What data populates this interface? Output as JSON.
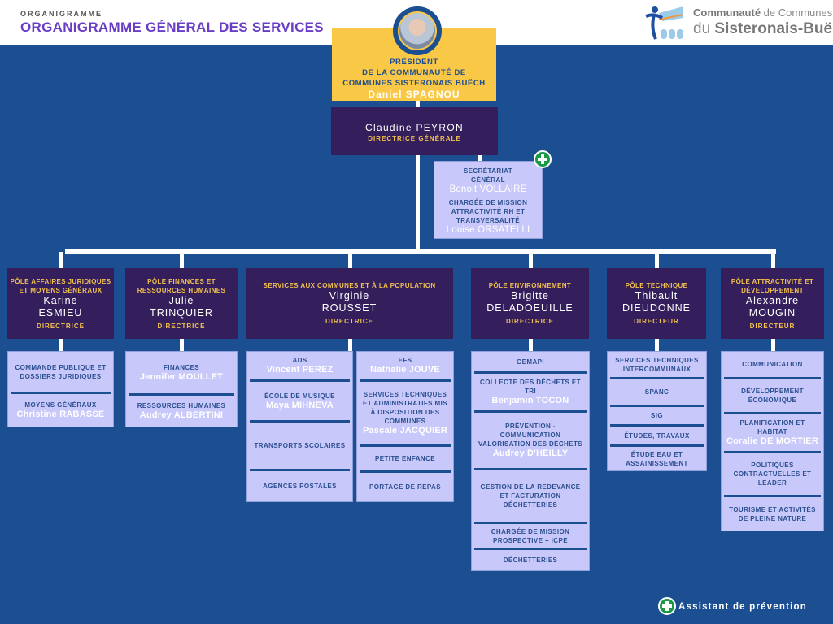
{
  "header": {
    "kicker": "ORGANIGRAMME",
    "title": "ORGANIGRAMME GÉNÉRAL DES SERVICES"
  },
  "logo": {
    "line1_bold": "Communauté",
    "line1": " de Communes",
    "line2_pre": "du ",
    "line2_bold": "Sisteronais-Buëch"
  },
  "president": {
    "title1": "PRÉSIDENT",
    "title2": "DE LA COMMUNAUTÉ DE",
    "title3": "COMMUNES SISTERONAIS BUËCH",
    "name": "Daniel SPAGNOU"
  },
  "dg": {
    "name": "Claudine PEYRON",
    "role": "DIRECTRICE GÉNÉRALE"
  },
  "secretariat": {
    "title1": "SECRÉTARIAT GÉNÉRAL",
    "name1": "Benoit VOLLAIRE",
    "title2": "CHARGÉE DE MISSION ATTRACTIVITÉ RH ET TRANSVERSALITÉ",
    "name2": "Louise ORSATELLI"
  },
  "poles": [
    {
      "title": "PÔLE AFFAIRES JURIDIQUES ET MOYENS GÉNÉRAUX",
      "first": "Karine",
      "last": "ESMIEU",
      "role": "DIRECTRICE"
    },
    {
      "title": "PÔLE FINANCES ET RESSOURCES HUMAINES",
      "first": "Julie",
      "last": "TRINQUIER",
      "role": "DIRECTRICE"
    },
    {
      "title": "SERVICES AUX COMMUNES ET À LA POPULATION",
      "first": "Virginie",
      "last": "ROUSSET",
      "role": "DIRECTRICE"
    },
    {
      "title": "PÔLE ENVIRONNEMENT",
      "first": "Brigitte",
      "last": "DELADOEUILLE",
      "role": "DIRECTRICE"
    },
    {
      "title": "PÔLE TECHNIQUE",
      "first": "Thibault",
      "last": "DIEUDONNE",
      "role": "DIRECTEUR"
    },
    {
      "title": "PÔLE ATTRACTIVITÉ ET DÉVELOPPEMENT",
      "first": "Alexandre",
      "last": "MOUGIN",
      "role": "DIRECTEUR"
    }
  ],
  "services": [
    [
      {
        "title": "COMMANDE PUBLIQUE ET DOSSIERS JURIDIQUES"
      },
      {
        "title": "MOYENS GÉNÉRAUX",
        "name": "Christine RABASSE"
      }
    ],
    [
      {
        "title": "FINANCES",
        "name": "Jennifer MOULLET"
      },
      {
        "title": "RESSOURCES HUMAINES",
        "name": "Audrey ALBERTINI"
      }
    ],
    [
      {
        "title": "ADS",
        "name": "Vincent PEREZ"
      },
      {
        "title": "ÉCOLE DE MUSIQUE",
        "name": "Maya MIHNEVA"
      },
      {
        "title": "TRANSPORTS SCOLAIRES"
      },
      {
        "title": "AGENCES POSTALES"
      }
    ],
    [
      {
        "title": "EFS",
        "name": "Nathalie JOUVE"
      },
      {
        "title": "SERVICES TECHNIQUES ET ADMINISTRATIFS MIS À DISPOSITION DES COMMUNES",
        "name": "Pascale JACQUIER"
      },
      {
        "title": "PETITE ENFANCE"
      },
      {
        "title": "PORTAGE DE REPAS"
      }
    ],
    [
      {
        "title": "GEMAPI"
      },
      {
        "title": "COLLECTE DES DÉCHETS ET TRI",
        "name": "Benjamin TOCON"
      },
      {
        "title": "PRÉVENTION - COMMUNICATION VALORISATION DES DÉCHETS",
        "name": "Audrey D'HEILLY"
      },
      {
        "title": "GESTION DE LA REDEVANCE ET FACTURATION DÉCHETTERIES"
      },
      {
        "title": "CHARGÉE DE MISSION PROSPECTIVE + ICPE"
      },
      {
        "title": "DÉCHETTERIES"
      }
    ],
    [
      {
        "title": "SERVICES TECHNIQUES INTERCOMMUNAUX"
      },
      {
        "title": "SPANC"
      },
      {
        "title": "SIG"
      },
      {
        "title": "ÉTUDES, TRAVAUX"
      },
      {
        "title": "ÉTUDE EAU ET ASSAINISSEMENT"
      }
    ],
    [
      {
        "title": "COMMUNICATION"
      },
      {
        "title": "DÉVELOPPEMENT ÉCONOMIQUE"
      },
      {
        "title": "PLANIFICATION ET HABITAT",
        "name": "Coralie DE MORTIER"
      },
      {
        "title": "POLITIQUES CONTRACTUELLES ET LEADER"
      },
      {
        "title": "TOURISME ET ACTIVITÉS DE PLEINE NATURE"
      }
    ]
  ],
  "footer": {
    "legend": "Assistant de prévention",
    "icon": "green-plus-icon"
  },
  "colors": {
    "background": "#1c4f91",
    "pole": "#341f5c",
    "president": "#f9c846",
    "service": "#c9c8fb",
    "accent": "#f2c14e",
    "title": "#6a3ec4",
    "prevention": "#1b9a45"
  }
}
